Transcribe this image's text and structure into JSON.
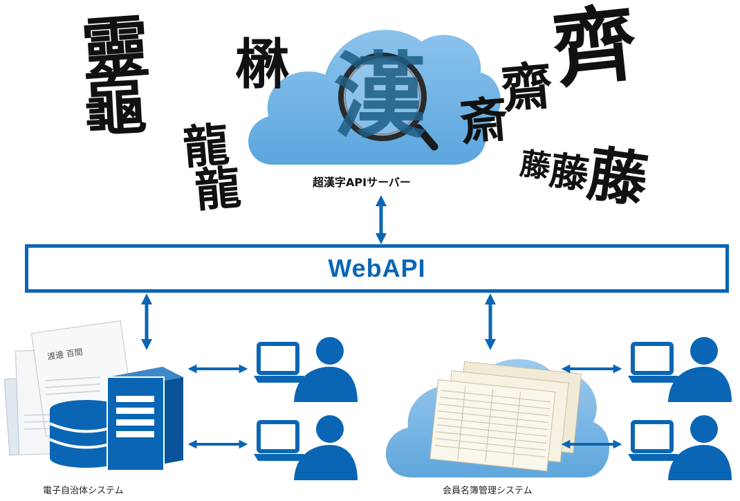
{
  "server": {
    "label": "超漢字APIサーバー",
    "center_glyph": "漢"
  },
  "variant_glyphs": {
    "group1": [
      "靈",
      "龜"
    ],
    "group2": "楙",
    "group3": [
      "龍",
      "龍"
    ],
    "group4": [
      "齊",
      "齋",
      "斎"
    ],
    "group5": [
      "藤",
      "藤",
      "藤"
    ]
  },
  "api_bar": {
    "label": "WebAPI"
  },
  "systems": {
    "left": {
      "label": "電子自治体システム",
      "doc_text": "渡邊 百間"
    },
    "right": {
      "label": "会員名簿管理システム"
    }
  },
  "colors": {
    "brand_blue": "#0a66b4",
    "cloud_blue": "#7db9e6"
  }
}
